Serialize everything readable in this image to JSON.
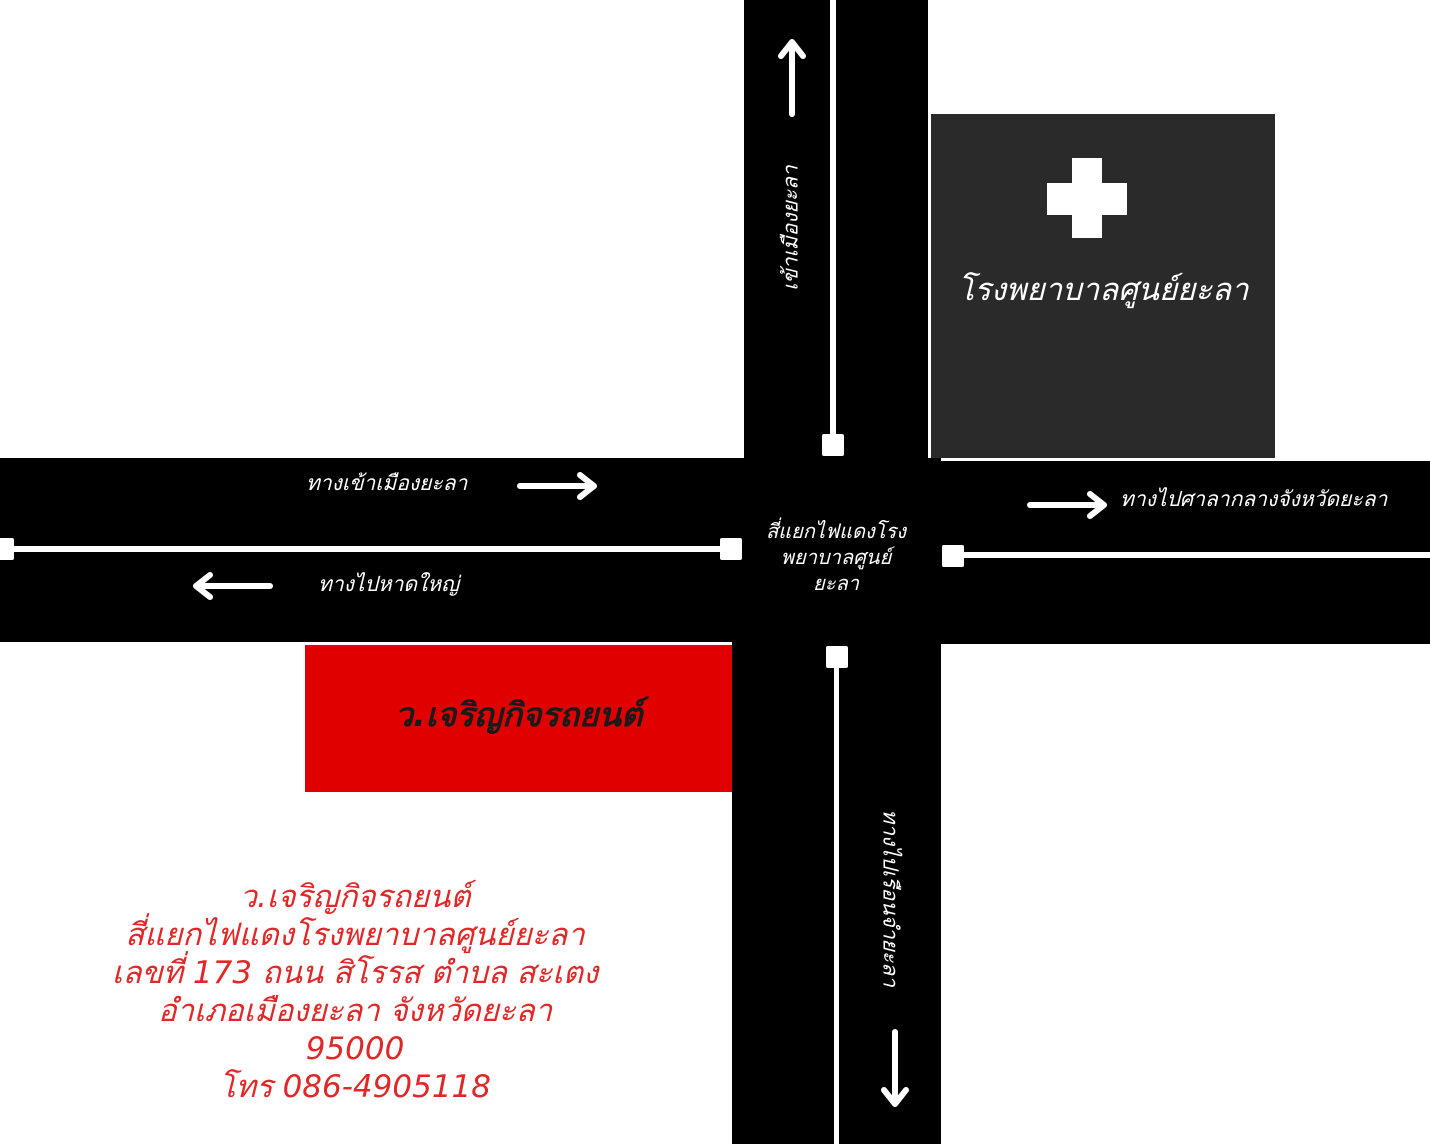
{
  "roads": {
    "north_label": "เข้าเมืองยะลา",
    "west_top_label": "ทางเข้าเมืองยะลา",
    "west_bottom_label": "ทางไปหาดใหญ่",
    "east_label": "ทางไปศาลากลางจังหวัดยะลา",
    "south_label": "ทางไปเรือนจำยะลา"
  },
  "intersection": {
    "lines": [
      "สี่แยกไฟแดงโรง",
      "พยาบาลศูนย์",
      "ยะลา"
    ]
  },
  "hospital": {
    "name": "โรงพยาบาลศูนย์ยะลา",
    "icon": "medical-cross-icon",
    "color": "#2a2a2a"
  },
  "shop": {
    "name": "ว.เจริญกิจรถยนต์",
    "color": "#e00000"
  },
  "address": {
    "lines": [
      "ว.เจริญกิจรถยนต์",
      "สี่แยกไฟแดงโรงพยาบาลศูนย์ยะลา",
      "เลขที่ 173 ถนน สิโรรส ตำบล สะเตง",
      "อำเภอเมืองยะลา จังหวัดยะลา",
      "95000",
      "โทร 086-4905118"
    ],
    "color": "#e12828"
  }
}
